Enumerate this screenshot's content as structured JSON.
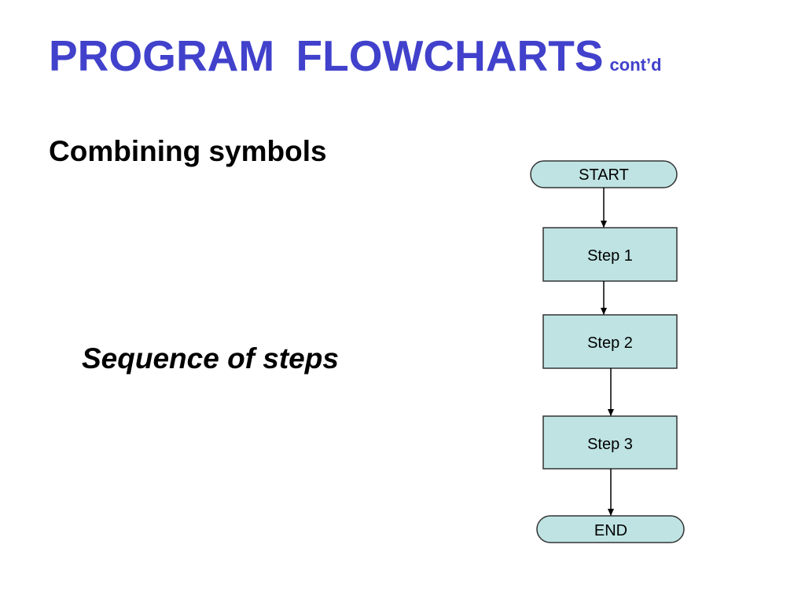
{
  "slide": {
    "title": "PROGRAM  FLOWCHARTS",
    "title_suffix": "cont’d",
    "heading": "Combining symbols",
    "caption": "Sequence of steps"
  },
  "flowchart": {
    "start_label": "START",
    "step1_label": "Step 1",
    "step2_label": "Step 2",
    "step3_label": "Step 3",
    "end_label": "END"
  },
  "colors": {
    "title": "#4141cc",
    "node_fill": "#bfe3e3",
    "node_stroke": "#333333",
    "arrow": "#000000"
  }
}
